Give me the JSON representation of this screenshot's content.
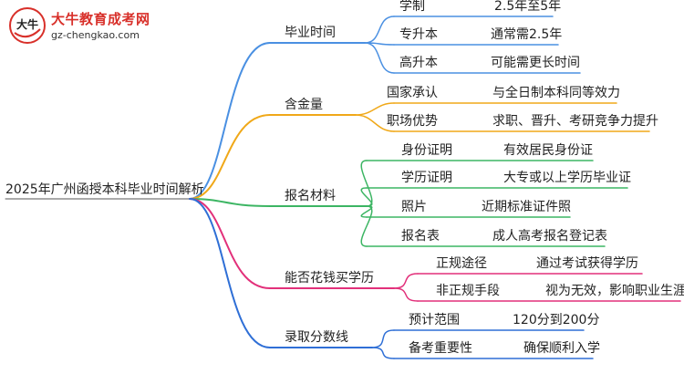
{
  "logo": {
    "mark_text": "大牛",
    "title": "大牛教育成考网",
    "url": "gz-chengkao.com"
  },
  "mindmap": {
    "root": "2025年广州函授本科毕业时间解析",
    "branches": [
      {
        "label": "毕业时间",
        "color": "#4a90e2",
        "items": [
          {
            "label": "学制",
            "value": "2.5年至5年"
          },
          {
            "label": "专升本",
            "value": "通常需2.5年"
          },
          {
            "label": "高升本",
            "value": "可能需更长时间"
          }
        ]
      },
      {
        "label": "含金量",
        "color": "#f0a818",
        "items": [
          {
            "label": "国家承认",
            "value": "与全日制本科同等效力"
          },
          {
            "label": "职场优势",
            "value": "求职、晋升、考研竞争力提升"
          }
        ]
      },
      {
        "label": "报名材料",
        "color": "#3cb563",
        "items": [
          {
            "label": "身份证明",
            "value": "有效居民身份证"
          },
          {
            "label": "学历证明",
            "value": "大专或以上学历毕业证"
          },
          {
            "label": "照片",
            "value": "近期标准证件照"
          },
          {
            "label": "报名表",
            "value": "成人高考报名登记表"
          }
        ]
      },
      {
        "label": "能否花钱买学历",
        "color": "#e2307a",
        "items": [
          {
            "label": "正规途径",
            "value": "通过考试获得学历"
          },
          {
            "label": "非正规手段",
            "value": "视为无效，影响职业生涯"
          }
        ]
      },
      {
        "label": "录取分数线",
        "color": "#2f6fd6",
        "items": [
          {
            "label": "预计范围",
            "value": "120分到200分"
          },
          {
            "label": "备考重要性",
            "value": "确保顺利入学"
          }
        ]
      }
    ]
  }
}
